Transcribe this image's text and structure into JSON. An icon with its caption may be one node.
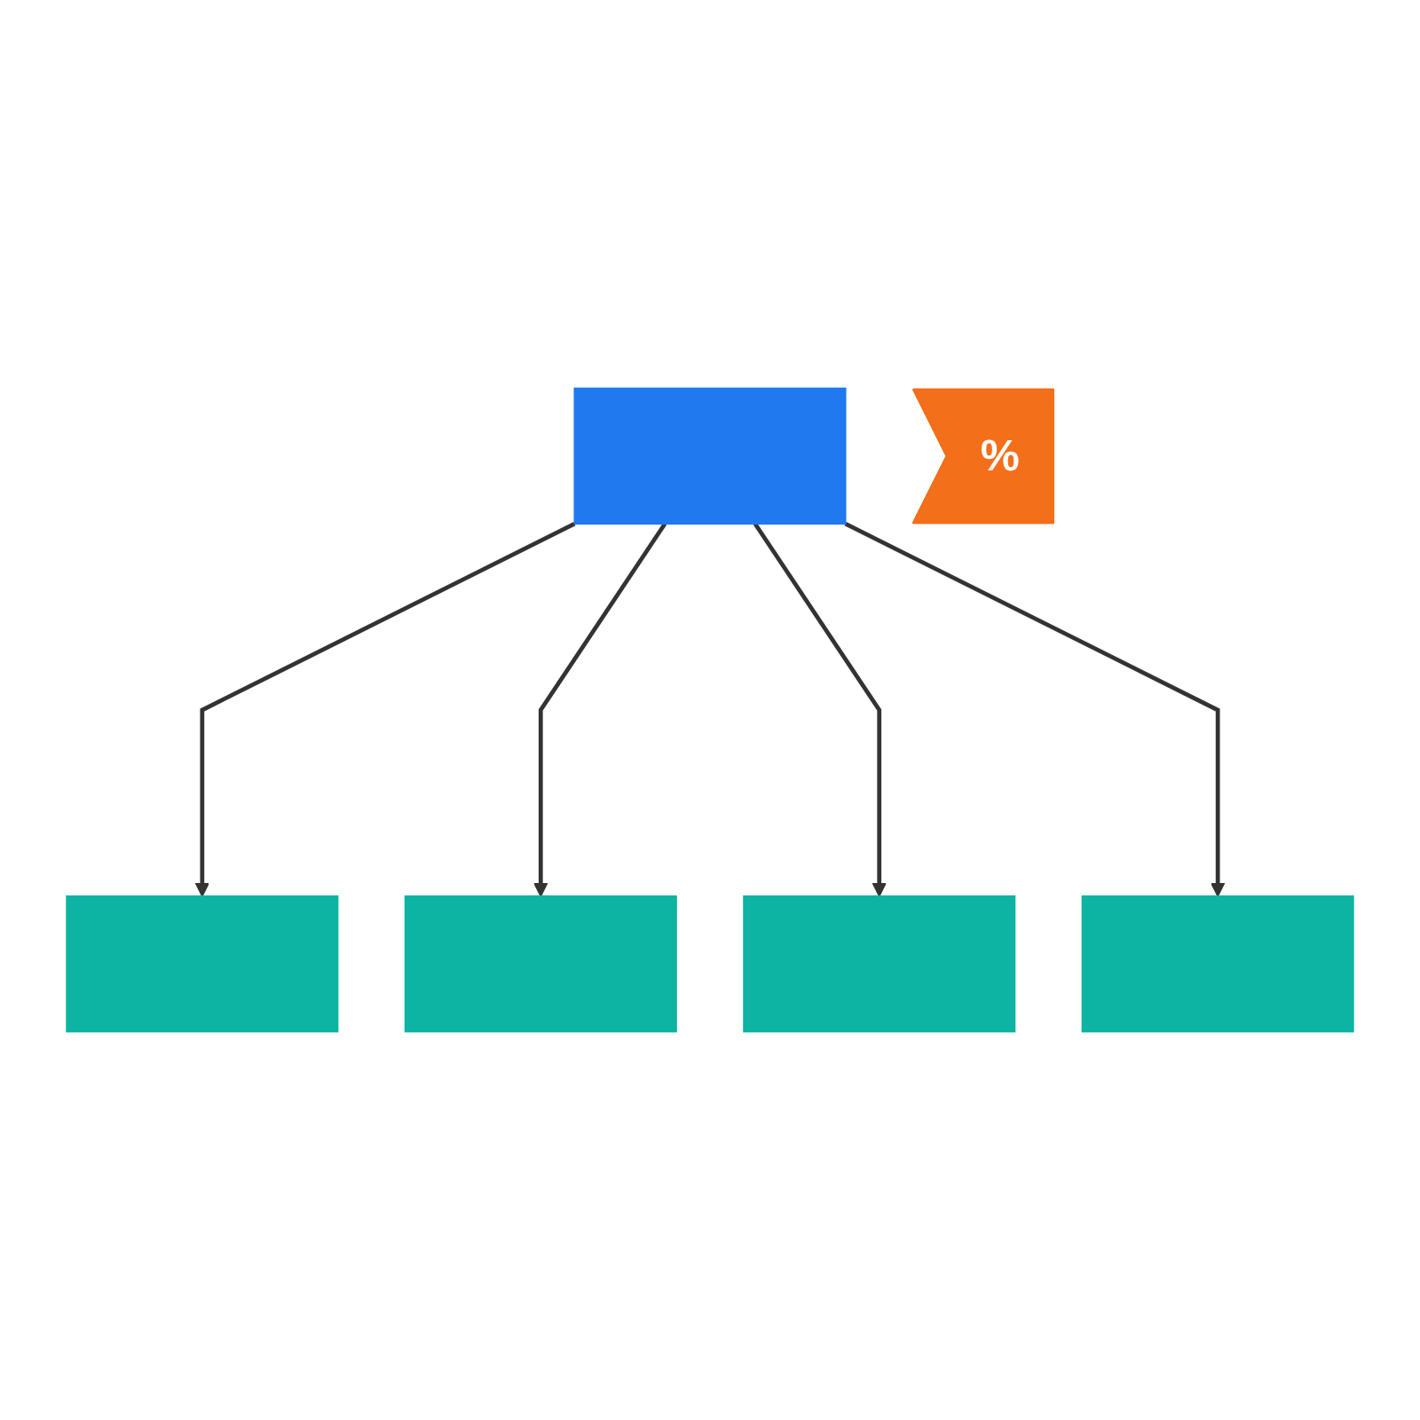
{
  "diagram": {
    "nodes": [
      {
        "text": [],
        "shape": "box"
      },
      {
        "text": [
          "%"
        ]
      },
      {
        "text": [],
        "shape": "box"
      },
      {
        "text": [],
        "shape": "box"
      },
      {
        "text": [],
        "shape": "box"
      },
      {
        "text": [],
        "shape": "box"
      }
    ],
    "edges": [
      {
        "from": 0,
        "to": 2,
        "arrow": "to"
      },
      {
        "from": 0,
        "to": 3,
        "arrow": "to"
      },
      {
        "from": 0,
        "to": 4,
        "arrow": "to"
      },
      {
        "from": 0,
        "to": 5,
        "arrow": "to"
      }
    ]
  }
}
